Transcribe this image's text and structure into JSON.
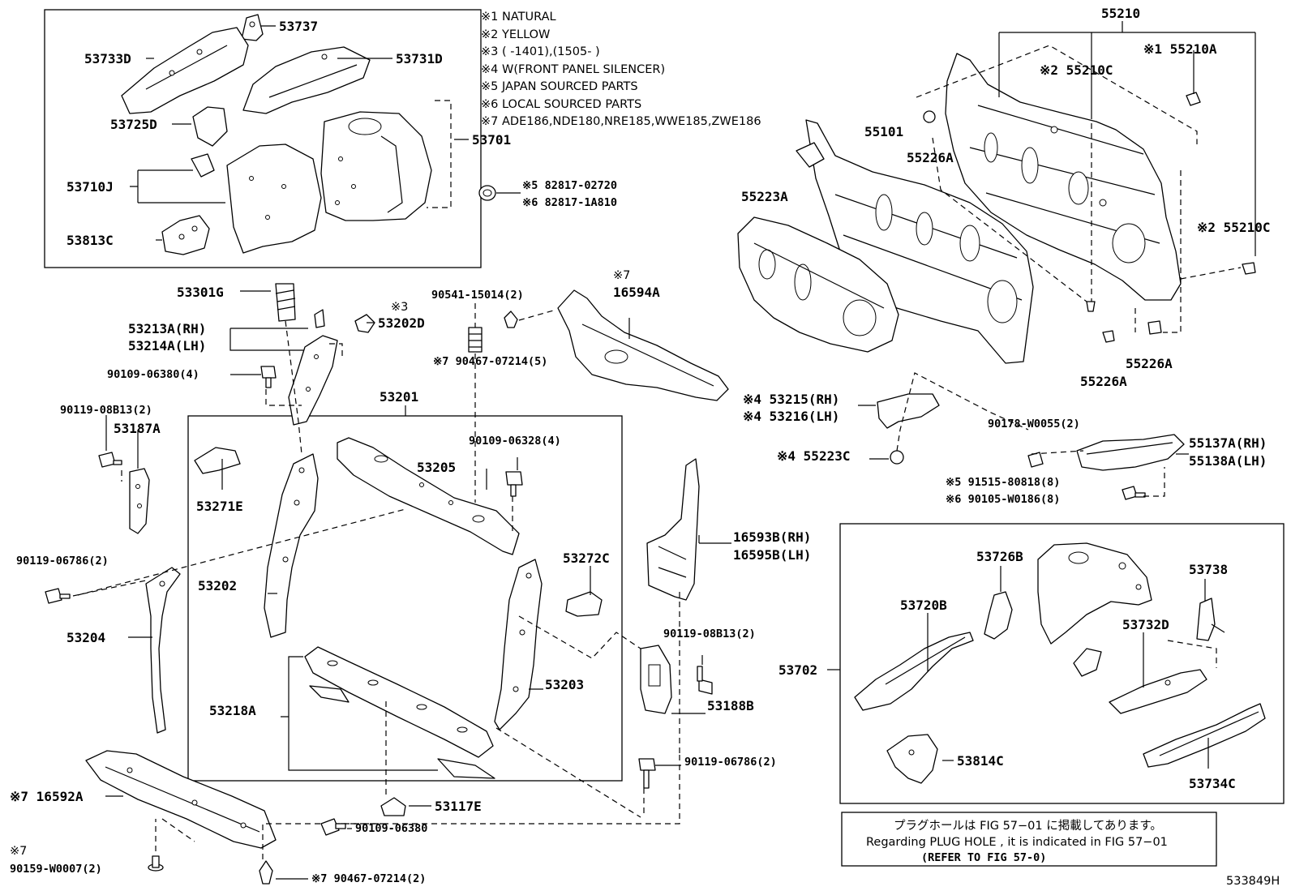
{
  "notes": [
    "※1 NATURAL",
    "※2 YELLOW",
    "※3 (      -1401),(1505-      )",
    "※4 W(FRONT PANEL SILENCER)",
    "※5 JAPAN SOURCED PARTS",
    "※6 LOCAL SOURCED PARTS",
    "※7 ADE186,NDE180,NRE185,WWE185,ZWE186"
  ],
  "labels": {
    "p53737": "53737",
    "p53733D": "53733D",
    "p53731D": "53731D",
    "p53725D": "53725D",
    "p53701": "53701",
    "p53710J": "53710J",
    "p53813C": "53813C",
    "p82817a": "※5 82817-02720",
    "p82817b": "※6 82817-1A810",
    "p55210": "55210",
    "p55210A": "※1 55210A",
    "p55210C1": "※2 55210C",
    "p55101": "55101",
    "p55226A1": "55226A",
    "p55223A": "55223A",
    "p55210C2": "※2 55210C",
    "p55226A2": "55226A",
    "p55226A3": "55226A",
    "p53301G": "53301G",
    "p53213A": "53213A(RH)",
    "p53214A": "53214A(LH)",
    "p53202D_note": "※3",
    "p53202D": "53202D",
    "p90541": "90541-15014(2)",
    "p16594A_note": "※7",
    "p16594A": "16594A",
    "p90467a": "※7 90467-07214(5)",
    "p90109a": "90109-06380(4)",
    "p90119a": "90119-08B13(2)",
    "p53187A": "53187A",
    "p53201": "53201",
    "p90109b": "90109-06328(4)",
    "p53205": "53205",
    "p53271E": "53271E",
    "p53215": "※4 53215(RH)",
    "p53216": "※4 53216(LH)",
    "p90178": "90178-W0055(2)",
    "p55223C": "※4 55223C",
    "p55137A": "55137A(RH)",
    "p55138A": "55138A(LH)",
    "p91515": "※5 91515-80818(8)",
    "p90105": "※6 90105-W0186(8)",
    "p16593B": "16593B(RH)",
    "p16595B": "16595B(LH)",
    "p90119b": "90119-06786(2)",
    "p53272C": "53272C",
    "p53202": "53202",
    "p53204": "53204",
    "p53203": "53203",
    "p90119c": "90119-08B13(2)",
    "p53188B": "53188B",
    "p53218A": "53218A",
    "p90119d": "90119-06786(2)",
    "p53117E": "53117E",
    "p16592A": "※7 16592A",
    "p90109c": "90109-06380",
    "p90159_note": "※7",
    "p90159": "90159-W0007(2)",
    "p90467b": "※7 90467-07214(2)",
    "p53726B": "53726B",
    "p53738": "53738",
    "p53720B": "53720B",
    "p53732D": "53732D",
    "p53702": "53702",
    "p53814C": "53814C",
    "p53734C": "53734C"
  },
  "refer_box": {
    "line1": "プラグホールは FIG 57−01 に掲載してあります。",
    "line2": "Regarding  PLUG  HOLE , it is indicated in  FIG  57−01",
    "line3": "(REFER TO FIG 57-0)"
  },
  "figure_id": "533849H"
}
